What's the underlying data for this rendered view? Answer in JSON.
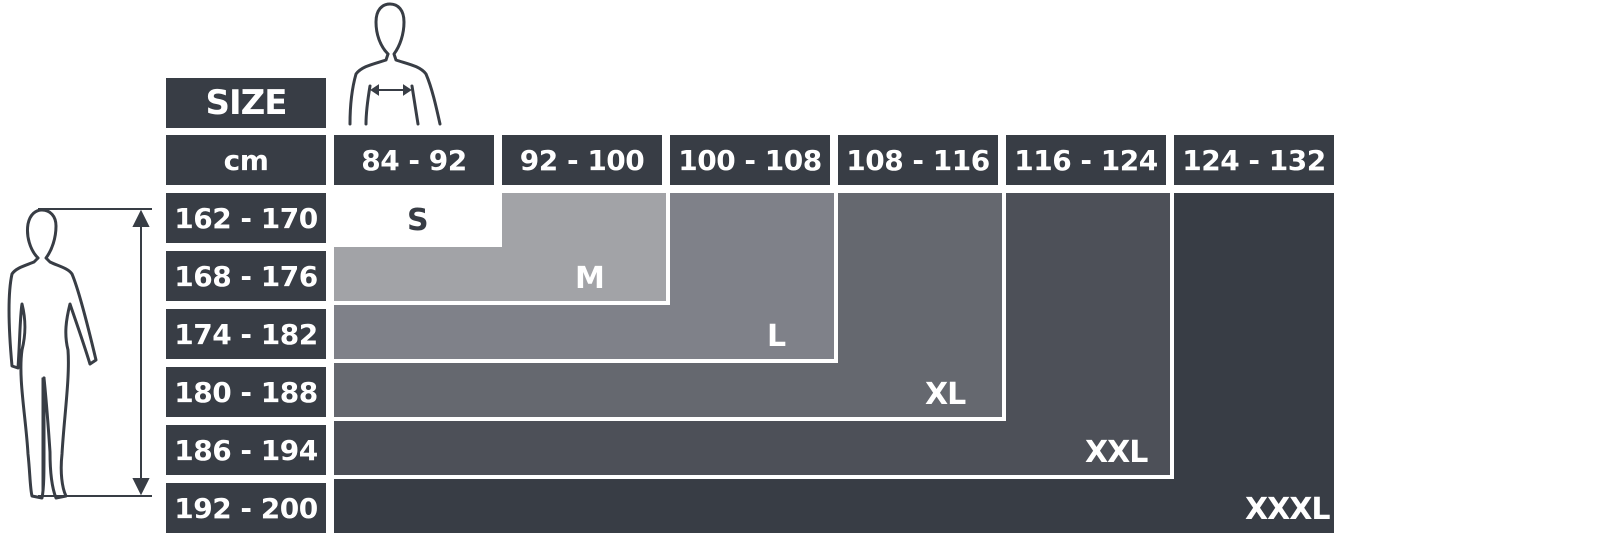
{
  "header": {
    "size_label": "SIZE",
    "unit_label": "cm"
  },
  "chest_ranges": [
    "84 - 92",
    "92 - 100",
    "100 - 108",
    "108 - 116",
    "116 - 124",
    "124 - 132"
  ],
  "height_ranges": [
    "162 - 170",
    "168 - 176",
    "174 - 182",
    "180 - 188",
    "186 - 194",
    "192 - 200"
  ],
  "sizes": [
    {
      "label": "S",
      "color": "#ffffff",
      "text_color": "#383d45"
    },
    {
      "label": "M",
      "color": "#a2a3a7",
      "text_color": "#ffffff"
    },
    {
      "label": "L",
      "color": "#7f8189",
      "text_color": "#ffffff"
    },
    {
      "label": "XL",
      "color": "#65686f",
      "text_color": "#ffffff"
    },
    {
      "label": "XXL",
      "color": "#4d5058",
      "text_color": "#ffffff"
    },
    {
      "label": "XXXL",
      "color": "#383d45",
      "text_color": "#ffffff"
    }
  ],
  "icons": {
    "chest": "chest-measure-icon",
    "height": "body-height-icon"
  },
  "colors": {
    "header_bg": "#383d45",
    "border": "#ffffff"
  }
}
